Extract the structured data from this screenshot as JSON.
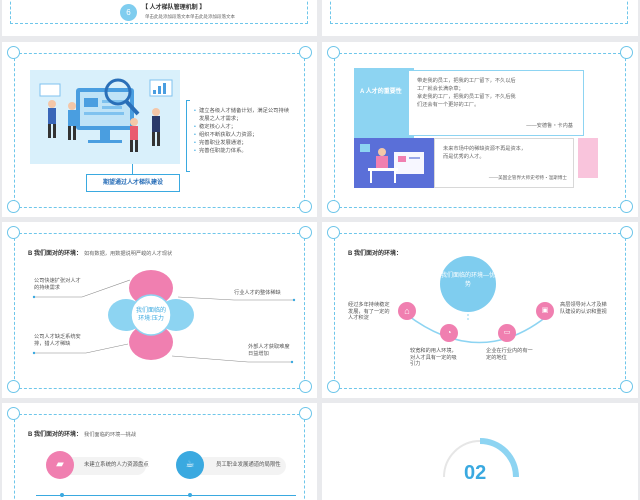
{
  "colors": {
    "accent": "#3aa9e0",
    "light_blue": "#6ec6ea",
    "pink": "#f07fb0",
    "panel_blue": "#8dd4f2"
  },
  "slide_top": {
    "number": "6",
    "heading": "【 人才梯队管理机制 】",
    "subtext": "单击此处添加段落文本单击此处添加段落文本"
  },
  "slide_team": {
    "bullets": [
      "建立各级人才储备计划，满足公司持续发展之人才需求；",
      "稳定核心人才；",
      "组织不断获取人力资源；",
      "完善职业发展通道；",
      "完善任职能力体系。"
    ],
    "caption": "期望通过人才梯队建设"
  },
  "slide_importance": {
    "tag": "A  人才的重要性",
    "quote1_lines": [
      "带走我的员工，把我的工厂留下，不久以后",
      "工厂就会长满杂草；",
      "拿走我的工厂，把我的员工留下，不久后我",
      "们还会有一个更好的工厂。"
    ],
    "quote1_author": "——安德鲁・卡内基",
    "quote2_lines": [
      "未来市场中的稀缺资源不再是资本，",
      "而是优秀的人才。"
    ],
    "quote2_author": "——美国企管界大师史考特・温斯博士"
  },
  "slide_pressure": {
    "title": "B  我们面对的环境：",
    "subtitle": "如有数据，用数据说明严峻的人才现状",
    "center_label": "我们面临的环境:压力",
    "items": [
      "公司快速扩张对人才的持续需求",
      "行业人才的整体稀缺",
      "公司人才缺乏系统安排，猎人才稀缺",
      "外部人才获取难度日益增加"
    ]
  },
  "slide_advantage": {
    "title": "B  我们面对的环境：",
    "center_label": "我们面临的环境—优势",
    "items": [
      "经过多年持续稳定发展，有了一定的人才积淀",
      "较宽和的用人环境，对人才具有一定的吸引力",
      "企业在行业内的有一定的地位",
      "高层领导对人才及梯队建设的认识和重视"
    ],
    "icons": [
      "home-icon",
      "pie-chart-icon",
      "folder-icon",
      "briefcase-icon"
    ]
  },
  "slide_challenge": {
    "title": "B  我们面对的环境：",
    "subtitle": "我们面临的环境—挑战",
    "items": [
      "未建立系统的人力资源盘点",
      "员工职业发展通道的局限性"
    ],
    "icons": [
      "truck-icon",
      "cup-icon"
    ]
  },
  "slide_section": {
    "number": "02"
  }
}
